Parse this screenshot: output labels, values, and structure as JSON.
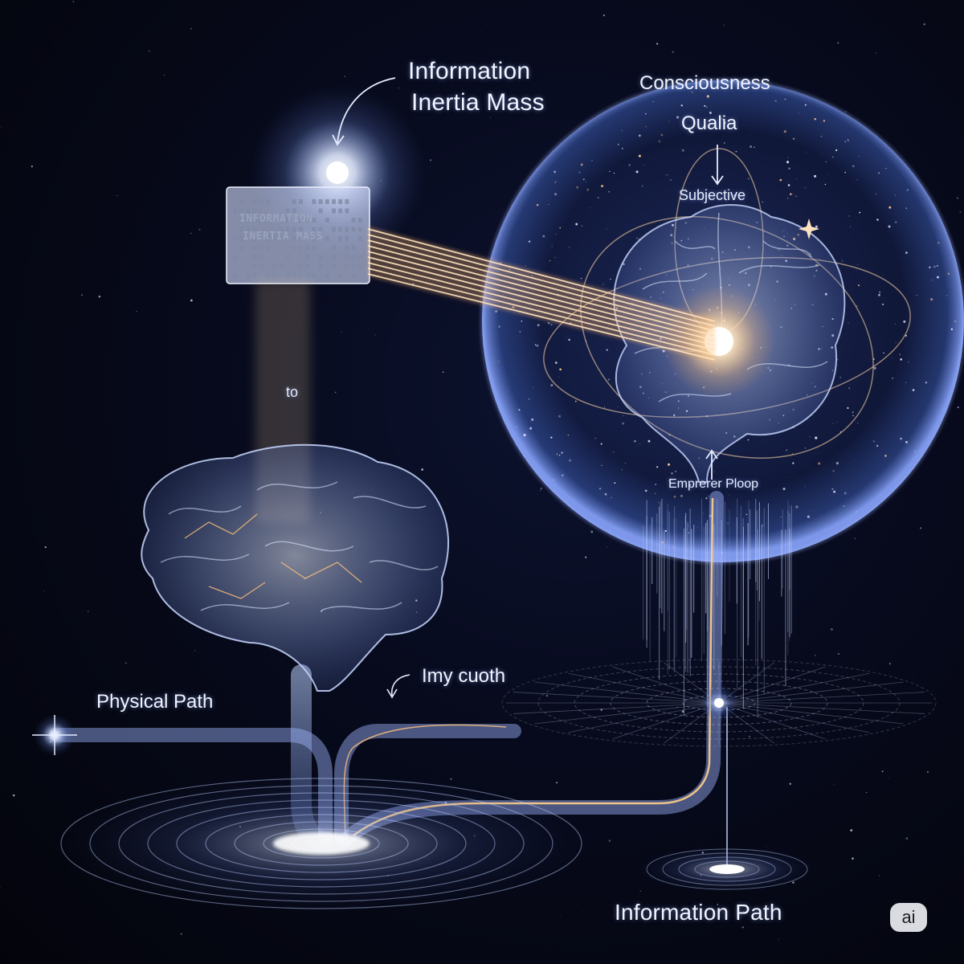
{
  "labels": {
    "information_inertia_mass_title": [
      "Information",
      "Inertia Mass"
    ],
    "consciousness": "Consciousness",
    "qualia": "Qualia",
    "subjective": "Subjective",
    "panel_line_1": "INFORMATION",
    "panel_line_2": "INERTIA MASS",
    "beam_label": "to",
    "emergent": "Emprerer Ploop",
    "imy_cuoth": "Imy cuoth",
    "physical_path": "Physical Path",
    "information_path": "Information Path"
  },
  "badge": "ai",
  "colors": {
    "background": "#05060f",
    "glow": "#cfe0ff",
    "beam": "#ffcf8a",
    "sphere": "#6f8de0",
    "brain": "#9fb8f0"
  },
  "icons": [
    "curved-arrow-icon",
    "down-arrow-icon",
    "up-arrow-icon",
    "star-icon"
  ]
}
